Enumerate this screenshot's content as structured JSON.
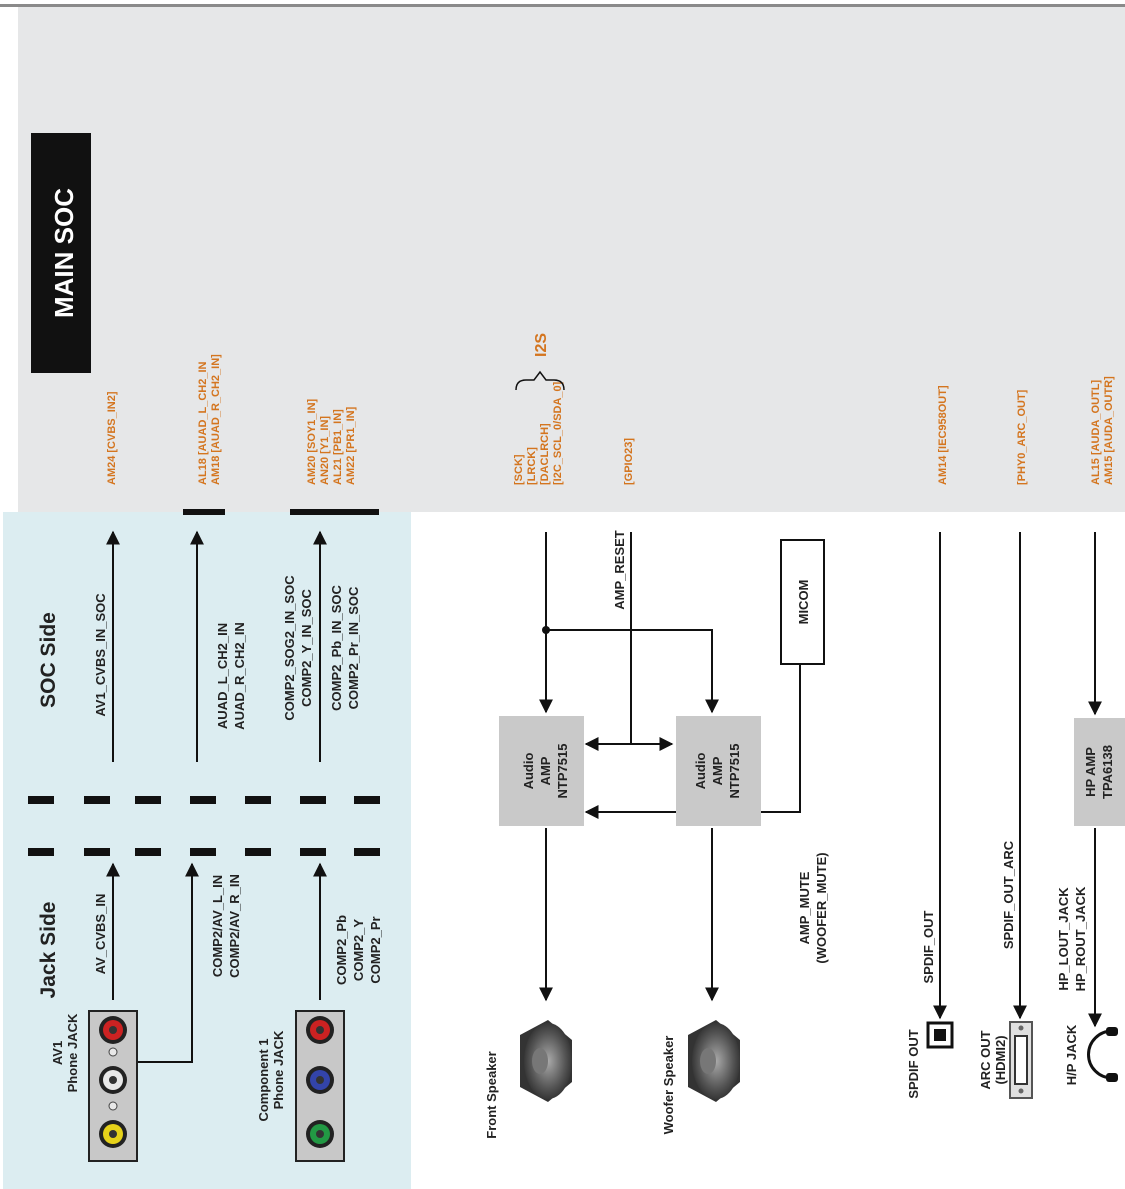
{
  "soc": {
    "title": "MAIN SOC",
    "i2s_label": "I2S",
    "pins": {
      "cvbs": "AM24 [CVBS_IN2]",
      "aud_l": "AL18 [AUAD_L_CH2_IN",
      "aud_r": "AM18 [AUAD_R_CH2_IN]",
      "comp_soy": "AM20 [SOY1_IN]",
      "comp_y": "AN20 [Y1_IN]",
      "comp_pb": "AL21 [PB1_IN]",
      "comp_pr": "AM22 [PR1_IN]",
      "sck": "[SCK]",
      "lrck": "[LRCK]",
      "daclrch": "[DACLRCH]",
      "i2c": "[I2C_SCL_0/SDA_0]",
      "gpio": "[GPIO23]",
      "iec": "AM14 [IEC958OUT]",
      "arc": "[PHY0_ARC_OUT]",
      "auda_l": "AL15 [AUDA_OUTL]",
      "auda_r": "AM15 [AUDA_OUTR]"
    }
  },
  "panel": {
    "soc_side": "SOC Side",
    "jack_side": "Jack Side"
  },
  "signals": {
    "av1_cvbs_soc": "AV1_CVBS_IN_SOC",
    "auad_l": "AUAD_L_CH2_IN",
    "auad_r": "AUAD_R_CH2_IN",
    "comp2_sog2": "COMP2_SOG2_IN_SOC",
    "comp2_y": "COMP2_Y_IN_SOC",
    "comp2_pb": "COMP2_Pb_IN_SOC",
    "comp2_pr": "COMP2_Pr_IN_SOC",
    "av_cvbs": "AV_CVBS_IN",
    "comp2_av_l": "COMP2/AV_L_IN",
    "comp2_av_r": "COMP2/AV_R_IN",
    "comp2_pb_j": "COMP2_Pb",
    "comp2_y_j": "COMP2_Y",
    "comp2_pr_j": "COMP2_Pr",
    "amp_reset": "AMP_RESET",
    "amp_mute": "AMP_MUTE",
    "woofer_mute": "(WOOFER_MUTE)",
    "spdif_out_sig": "SPDIF_OUT",
    "spdif_out_arc": "SPDIF_OUT_ARC",
    "hp_lout": "HP_LOUT_JACK",
    "hp_rout": "HP_ROUT_JACK"
  },
  "blocks": {
    "amp1": [
      "Audio",
      "AMP",
      "NTP7515"
    ],
    "amp2": [
      "Audio",
      "AMP",
      "NTP7515"
    ],
    "hp_amp": [
      "HP AMP",
      "TPA6138"
    ],
    "micom": "MICOM"
  },
  "jacks": {
    "av1": [
      "AV1",
      "Phone JACK"
    ],
    "component": [
      "Component 1",
      "Phone JACK"
    ],
    "front_speaker": "Front Speaker",
    "woofer_speaker": "Woofer Speaker",
    "spdif_out": "SPDIF OUT",
    "arc_out": [
      "ARC OUT",
      "(HDMI2)"
    ],
    "hp_jack": "H/P JACK"
  },
  "colors": {
    "soc_bg": "#e6e7e8",
    "panel_bg": "#dcedf1",
    "block_bg": "#c9c9c9",
    "pin_text": "#d4751f",
    "rca_red": "#cc2222",
    "rca_white": "#e8e8e8",
    "rca_yellow": "#e6d21a",
    "rca_green": "#229944",
    "rca_blue": "#3344aa"
  }
}
